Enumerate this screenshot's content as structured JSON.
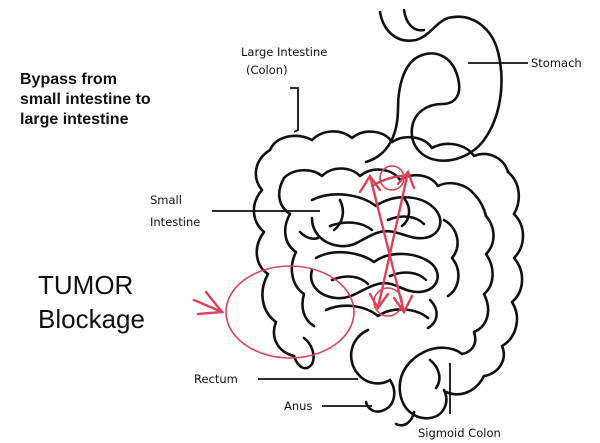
{
  "heading": {
    "lines": [
      "Bypass from",
      "small intestine to",
      "large intestine"
    ]
  },
  "tumor": {
    "lines": [
      "TUMOR",
      "Blockage"
    ]
  },
  "labels": {
    "large_intestine": [
      "Large Intestine",
      "(Colon)"
    ],
    "stomach": "Stomach",
    "small_intestine": [
      "Small",
      "Intestine"
    ],
    "rectum": "Rectum",
    "anus": "Anus",
    "sigmoid_colon": "Sigmoid Colon"
  },
  "colors": {
    "outline": "#111111",
    "annotation_red": "#d9445a",
    "background": "#ffffff"
  }
}
